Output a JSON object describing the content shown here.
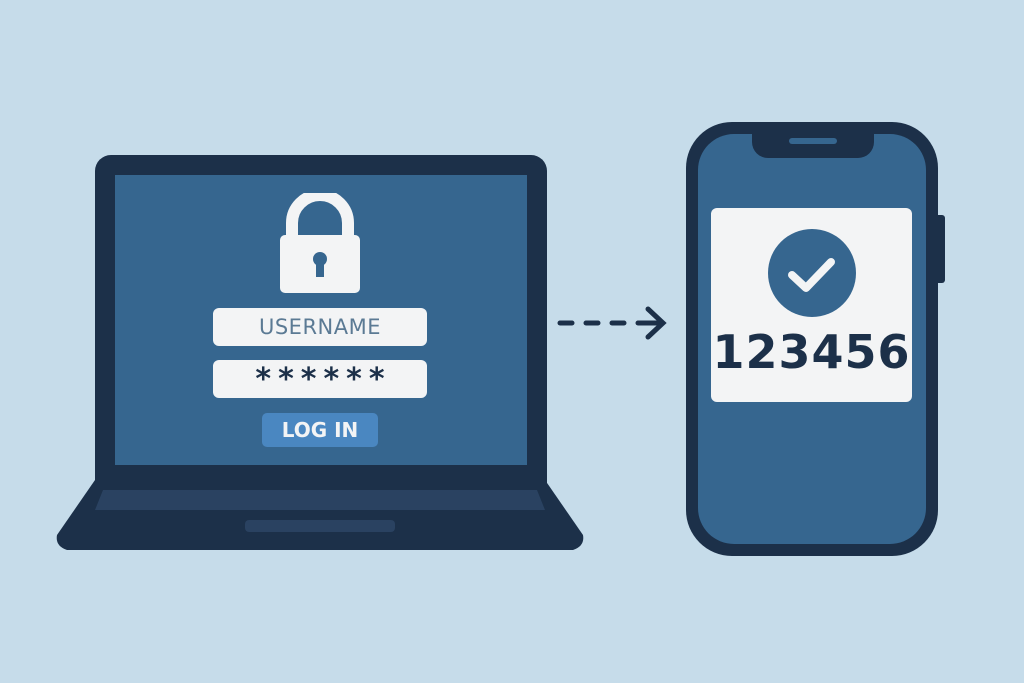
{
  "login_form": {
    "username_placeholder": "USERNAME",
    "password_masked": "******",
    "login_label": "LOG IN"
  },
  "phone": {
    "verification_code": "123456"
  },
  "colors": {
    "background": "#c6dcea",
    "device_frame": "#1c3049",
    "screen": "#36668f",
    "button": "#4a87c1",
    "card": "#f3f4f5"
  }
}
